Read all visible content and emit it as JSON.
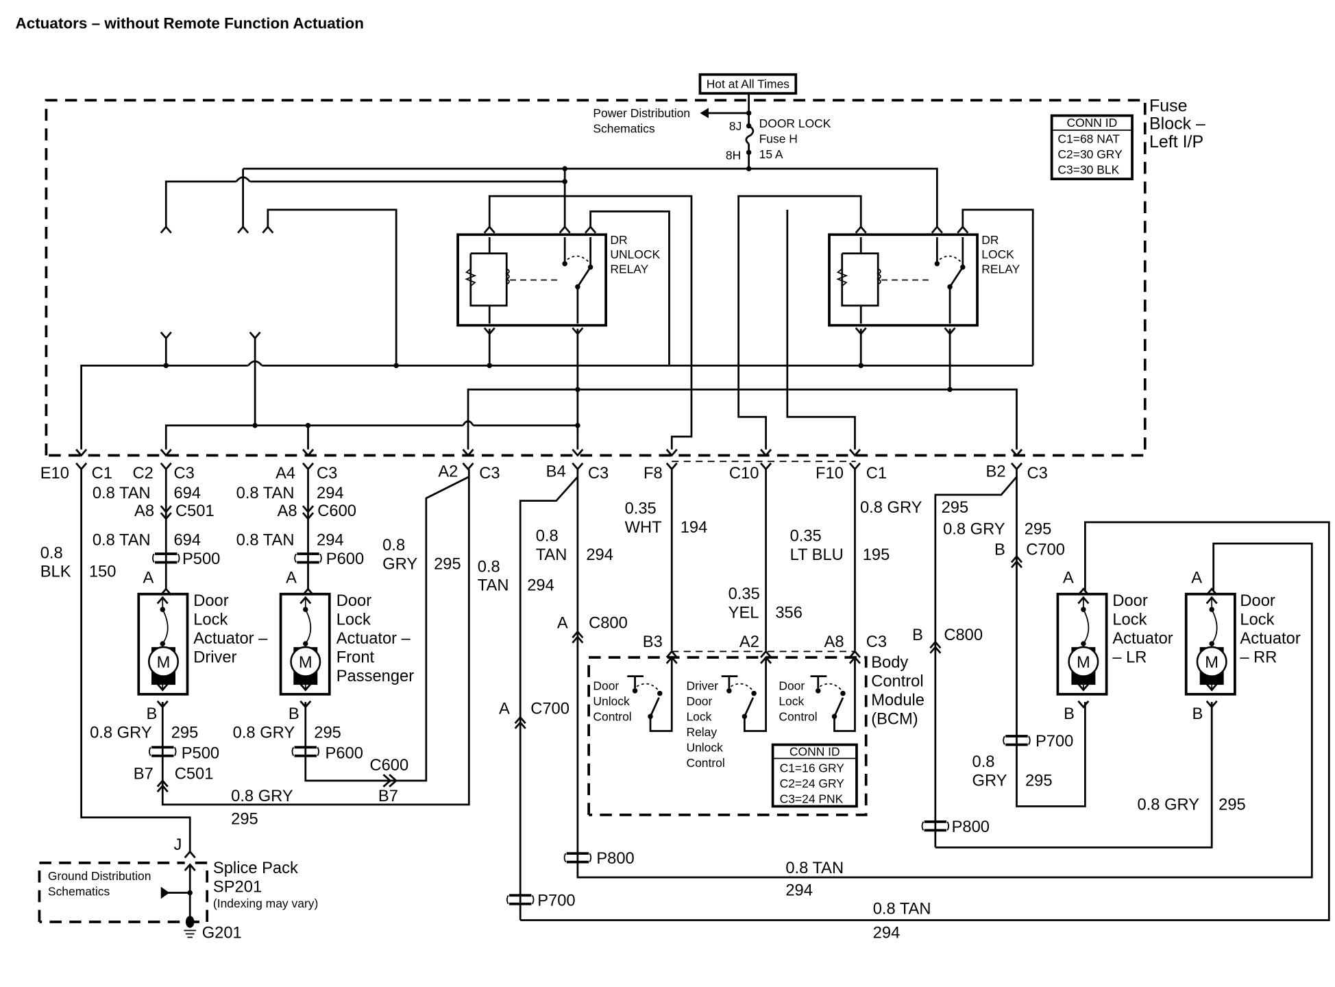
{
  "title": "Actuators – without Remote Function Actuation",
  "power": {
    "hot_label": "Hot at All Times",
    "pds": [
      "Power Distribution",
      "Schematics"
    ],
    "fuse_top_pin": "8J",
    "fuse_bottom_pin": "8H",
    "fuse_name": [
      "DOOR LOCK",
      "Fuse H",
      "15 A"
    ]
  },
  "fuse_block": {
    "label": [
      "Fuse",
      "Block –",
      "Left I/P"
    ],
    "conn_id": {
      "header": "CONN ID",
      "rows": [
        "C1=68 NAT",
        "C2=30 GRY",
        "C3=30 BLK"
      ]
    }
  },
  "relays": {
    "unlock": [
      "DR",
      "UNLOCK",
      "RELAY"
    ],
    "lock": [
      "DR",
      "LOCK",
      "RELAY"
    ]
  },
  "terminals": [
    {
      "pin": "E10",
      "conn": "C1"
    },
    {
      "pin": "C2",
      "conn": "C3"
    },
    {
      "pin": "A4",
      "conn": "C3"
    },
    {
      "pin": "A2",
      "conn": "C3"
    },
    {
      "pin": "B4",
      "conn": "C3"
    },
    {
      "pin": "F8",
      "conn": ""
    },
    {
      "pin": "C10",
      "conn": ""
    },
    {
      "pin": "F10",
      "conn": "C1"
    },
    {
      "pin": "B2",
      "conn": "C3"
    }
  ],
  "wires": {
    "blk150": {
      "gauge": "0.8",
      "color": "BLK",
      "circuit": "150"
    },
    "driver_a_top": {
      "size_color": "0.8 TAN",
      "circuit": "694",
      "pin": "A8",
      "conn": "C501"
    },
    "driver_a_bot": {
      "size_color": "0.8 TAN",
      "circuit": "694",
      "splice": "P500",
      "pin": "A"
    },
    "pass_a_top": {
      "size_color": "0.8 TAN",
      "circuit": "294",
      "pin": "A8",
      "conn": "C600"
    },
    "pass_a_bot": {
      "size_color": "0.8 TAN",
      "circuit": "294",
      "splice": "P600",
      "pin": "A"
    },
    "gry295_left": {
      "gauge": "0.8",
      "color": "GRY",
      "circuit": "295"
    },
    "tan294_a": {
      "gauge": "0.8",
      "color": "TAN",
      "circuit": "294"
    },
    "tan294_b": {
      "gauge": "0.8",
      "color": "TAN",
      "circuit": "294"
    },
    "wht194": {
      "gauge": "0.35",
      "color": "WHT",
      "circuit": "194"
    },
    "yel356": {
      "gauge": "0.35",
      "color": "YEL",
      "circuit": "356"
    },
    "ltblu195": {
      "gauge": "0.35",
      "color": "LT BLU",
      "circuit": "195"
    },
    "gry295_f10": {
      "size_color": "0.8 GRY",
      "circuit": "295"
    },
    "gry295_b2": {
      "size_color": "0.8 GRY",
      "circuit": "295",
      "pin": "B",
      "conn": "C700"
    },
    "driver_b": {
      "pin": "B",
      "size_color": "0.8 GRY",
      "circuit": "295",
      "splice": "P500",
      "pin2": "B7",
      "conn": "C501"
    },
    "pass_b": {
      "pin": "B",
      "size_color": "0.8 GRY",
      "circuit": "295",
      "splice": "P600",
      "conn": "C600",
      "pin2": "B7"
    },
    "bottom_gry": {
      "size_color": "0.8 GRY",
      "circuit": "295"
    },
    "c800a": {
      "pin": "A",
      "conn": "C800"
    },
    "c700a": {
      "pin": "A",
      "conn": "C700"
    },
    "c800b": {
      "pin": "B",
      "conn": "C800"
    },
    "lr_gry": {
      "gauge": "0.8",
      "color": "GRY",
      "circuit": "295",
      "splice": "P700"
    },
    "rr_gry": {
      "size_color": "0.8 GRY",
      "circuit": "295"
    },
    "p800_left": "P800",
    "p800_right": "P800",
    "p700_left": "P700",
    "tan_bus1": {
      "size_color": "0.8 TAN",
      "circuit": "294"
    },
    "tan_bus2": {
      "size_color": "0.8 TAN",
      "circuit": "294"
    }
  },
  "actuators": [
    {
      "name": [
        "Door",
        "Lock",
        "Actuator –",
        "Driver"
      ],
      "pin_a": "A",
      "pin_b": "B",
      "motor": "M"
    },
    {
      "name": [
        "Door",
        "Lock",
        "Actuator –",
        "Front",
        "Passenger"
      ],
      "pin_a": "A",
      "pin_b": "B",
      "motor": "M"
    },
    {
      "name": [
        "Door",
        "Lock",
        "Actuator",
        "– LR"
      ],
      "pin_a": "A",
      "pin_b": "B",
      "motor": "M"
    },
    {
      "name": [
        "Door",
        "Lock",
        "Actuator",
        "– RR"
      ],
      "pin_a": "A",
      "pin_b": "B",
      "motor": "M"
    }
  ],
  "bcm": {
    "label": [
      "Body",
      "Control",
      "Module",
      "(BCM)"
    ],
    "pins": [
      "B3",
      "A2",
      "A8",
      "C3"
    ],
    "switches": [
      [
        "Door",
        "Unlock",
        "Control"
      ],
      [
        "Driver",
        "Door",
        "Lock",
        "Relay",
        "Unlock",
        "Control"
      ],
      [
        "Door",
        "Lock",
        "Control"
      ]
    ],
    "conn_id": {
      "header": "CONN ID",
      "rows": [
        "C1=16 GRY",
        "C2=24 GRY",
        "C3=24 PNK"
      ]
    }
  },
  "ground": {
    "gds": [
      "Ground Distribution",
      "Schematics"
    ],
    "pin": "J",
    "splice": [
      "Splice Pack",
      "SP201",
      "(Indexing may vary)"
    ],
    "ground_id": "G201"
  }
}
